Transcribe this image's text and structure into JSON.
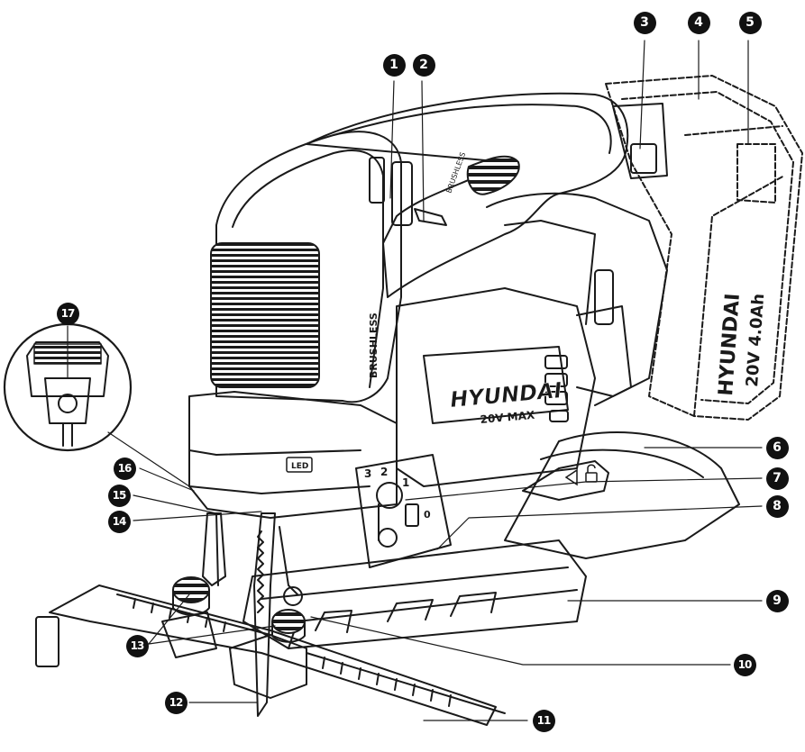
{
  "diagram": {
    "brand_text": "HYUNDAI",
    "voltage_badge": "20V MAX",
    "motor_text": "BRUSHLESS",
    "battery_brand": "HYUNDAI",
    "battery_spec": "20V 4.0Ah",
    "led_label": "LED",
    "speed_marks": [
      "3",
      "2",
      "1",
      "0"
    ],
    "callouts": [
      "1",
      "2",
      "3",
      "4",
      "5",
      "6",
      "7",
      "8",
      "9",
      "10",
      "11",
      "12",
      "13",
      "14",
      "15",
      "16",
      "17"
    ]
  },
  "colors": {
    "ink": "#1a1a1a",
    "badge": "#111111",
    "paper": "#ffffff"
  }
}
